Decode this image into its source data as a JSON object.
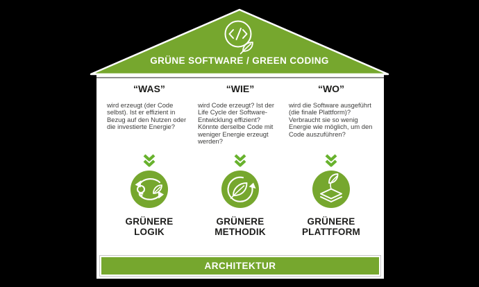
{
  "colors": {
    "green": "#76A72E",
    "chevron_green": "#68B22D",
    "background": "#000000",
    "heading_text": "#1D1D1B",
    "body_text": "#3C3C3B",
    "border_gray": "#C6C6C6",
    "roof_shadow_line": "#8F8F8F",
    "white": "#FFFFFF"
  },
  "roof": {
    "title": "GRÜNE SOFTWARE / GREEN CODING",
    "icon": "code-leaf-icon"
  },
  "columns": [
    {
      "header": "“WAS”",
      "text": "wird erzeugt (der Code selbst). Ist er effizient in Bezug auf den Nutzen oder die investierte Energie?",
      "icon": "lightbulb-leaf-cycle-icon",
      "label_line1": "GRÜNERE",
      "label_line2": "LOGIK"
    },
    {
      "header": "“WIE”",
      "text": "wird Code erzeugt? Ist der Life Cycle der Software-Entwicklung effizient? Könnte derselbe Code mit weniger Energie erzeugt werden?",
      "icon": "leaf-refresh-cycle-icon",
      "label_line1": "GRÜNERE",
      "label_line2": "METHODIK"
    },
    {
      "header": "“WO”",
      "text": "wird die Software ausgeführt (die finale Plattform)? Verbraucht sie so wenig Energie wie möglich, um den Code auszuführen?",
      "icon": "leaf-platform-layers-icon",
      "label_line1": "GRÜNERE",
      "label_line2": "PLATTFORM"
    }
  ],
  "footer": {
    "label": "ARCHITEKTUR"
  }
}
